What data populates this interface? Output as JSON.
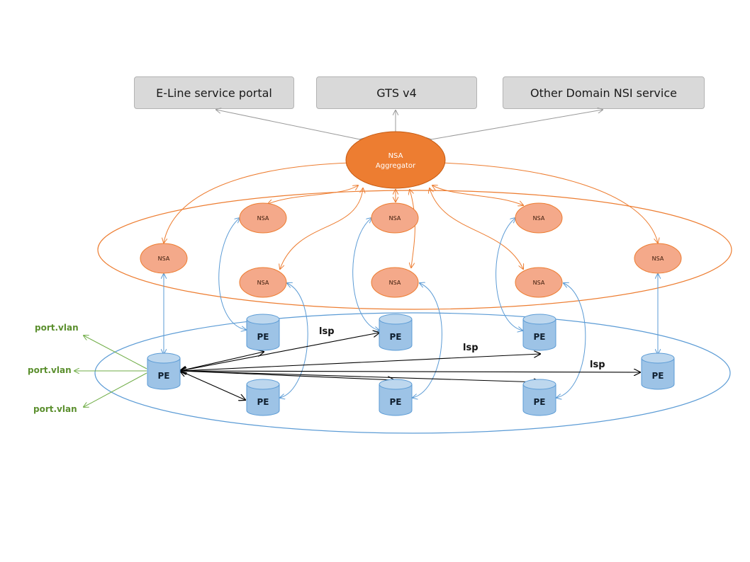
{
  "services": [
    {
      "label": "E-Line service portal"
    },
    {
      "label": "GTS v4"
    },
    {
      "label": "Other Domain NSI service"
    }
  ],
  "aggregator": {
    "line1": "NSA",
    "line2": "Aggregator"
  },
  "nsa_label": "NSA",
  "pe_label": "PE",
  "lsp_label": "lsp",
  "port_label": "port.vlan",
  "colors": {
    "orange": "#ed7d31",
    "nsa_fill": "#f4a98a",
    "blue": "#5b9bd5",
    "pe_fill": "#9dc3e6",
    "green": "#70ad47",
    "gray": "#d9d9d9"
  }
}
